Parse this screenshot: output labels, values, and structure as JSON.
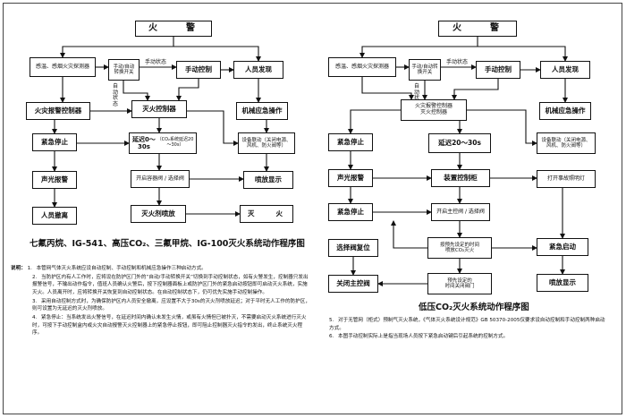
{
  "left": {
    "fire_alarm": "火　　警",
    "detector": "感温、感烟火灾探测器",
    "auto_manual_switch": "手动/自动转换开关",
    "manual_state": "手动状态",
    "manual_control": "手动控制",
    "person_found": "人员发现",
    "auto_state": "自动状态",
    "fire_alarm_controller": "火灾报警控制器",
    "extinguish_controller": "灭火控制器",
    "mechanical_emergency": "机械应急操作",
    "emergency_stop": "紧急停止",
    "delay": [
      "延迟0～30s",
      "（CO₂系统延迟20～30s）"
    ],
    "equipment_link": [
      "设备联动（关闭电源、",
      "风机、防火阀等）"
    ],
    "sound_light_alarm": "声光报警",
    "open_valve": "开启容器阀 / 选择阀",
    "spray_display": "喷放显示",
    "evacuation": "人员撤离",
    "agent_spray": "灭火剂喷放",
    "extinguish": "灭　　火",
    "title": "七氟丙烷、IG-541、高压CO₂、三氟甲烷、IG-100灭火系统动作程序图"
  },
  "right": {
    "fire_alarm": "火　　警",
    "detector": "感温、感烟火灾探测器",
    "auto_manual_switch": "手动/自动转换开关",
    "manual_state": "手动状态",
    "manual_control": "手动控制",
    "person_found": "人员发现",
    "auto_state": "自动状态",
    "fire_alarm_controller": [
      "火灾报警控制器",
      "灭火控制器"
    ],
    "mechanical_emergency": "机械应急操作",
    "emergency_stop": "紧急停止",
    "delay": "延迟20～30s",
    "equipment_link": [
      "设备联动（关闭电源、",
      "风机、防火阀等）"
    ],
    "sound_light_alarm": "声光报警",
    "device_control_cabinet": "装置控制柜",
    "open_lighting": "打开事故照明灯",
    "emergency_stop2": "紧急停止",
    "open_main_valve": "开启主控阀 / 选择阀",
    "spray_by_time": [
      "按预先设定的时间",
      "喷放CO₂灭火"
    ],
    "emergency_start": "紧急启动",
    "selector_reset": "选择阀复位",
    "set_time_close": [
      "预先设定的",
      "时间关闭阀门"
    ],
    "close_main_valve": "关闭主控阀",
    "spray_display": "喷放显示",
    "title": "低压CO₂灭火系统动作程序图"
  },
  "notes_label": "说明：",
  "notes": [
    {
      "n": "1.",
      "text": "本管网气体灭火系统应设自动控制、手动控制和机械应急操作三种启动方式。"
    },
    {
      "n": "2.",
      "text": "当防护区内有人工作时，应将设在防护区门外的“自动/手动转换开关”切换到手动控制状态，如有火警发生，控制器只发出报警信号，不输出动作指令，值班人员确认火警后，按下控制器面板上或防护区门外的紧急启动按钮即可启动灭火系统，实施灭火。人员离开时，应将转换开关恢复到自动控制状态。在自动控制状态下，仍可优先实施手动控制操作。"
    },
    {
      "n": "3.",
      "text": "采用自动控制方式时，为确保防护区内人员安全撤离，应设置不大于30s的灭火剂喷放延迟；对于平时无人工作的防护区，则可设置为无延迟的灭火剂喷放。"
    },
    {
      "n": "4.",
      "text": "紧急停止：当系统发出火警信号，在延迟时间内确认未发生火情，或虽有火情但已被扑灭，不需要启动灭火系统进行灭火时，可按下手动控制盒内或火灾自动报警灭火控制器上的紧急停止按钮，即可阻止控制器灭火指令的发出，终止系统灭火程序。"
    },
    {
      "n": "5.",
      "text": "对于无管网（柜式）预制气灭火系统，《气体灭火系统设计规范》GB 50370-2005仅要求设自动控制和手动控制两种启动方式。"
    },
    {
      "n": "6.",
      "text": "本图手动控制实际上是指当现场人员按下紧急启动键后引起系统的控制方式。"
    }
  ]
}
